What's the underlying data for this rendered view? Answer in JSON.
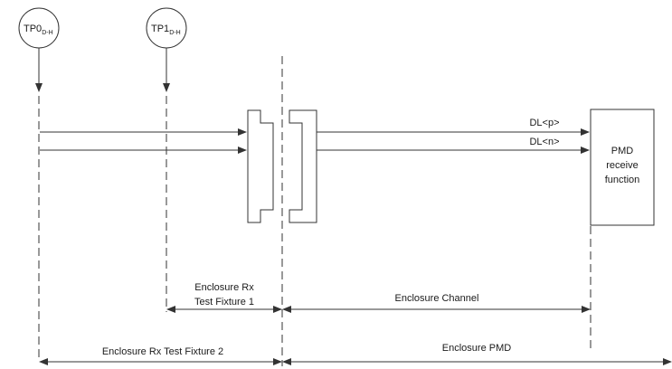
{
  "test_points": [
    {
      "main": "TP0",
      "sub": "D-H"
    },
    {
      "main": "TP1",
      "sub": "D-H"
    }
  ],
  "signals": [
    "DL<p>",
    "DL<n>"
  ],
  "pmd_box": [
    "PMD",
    "receive",
    "function"
  ],
  "spans": {
    "fixture1_line1": "Enclosure Rx",
    "fixture1_line2": "Test Fixture 1",
    "channel": "Enclosure Channel",
    "fixture2": "Enclosure Rx Test Fixture 2",
    "pmd": "Enclosure PMD"
  },
  "colors": {
    "line": "#333333",
    "text": "#1a1a1a",
    "background": "#ffffff"
  }
}
